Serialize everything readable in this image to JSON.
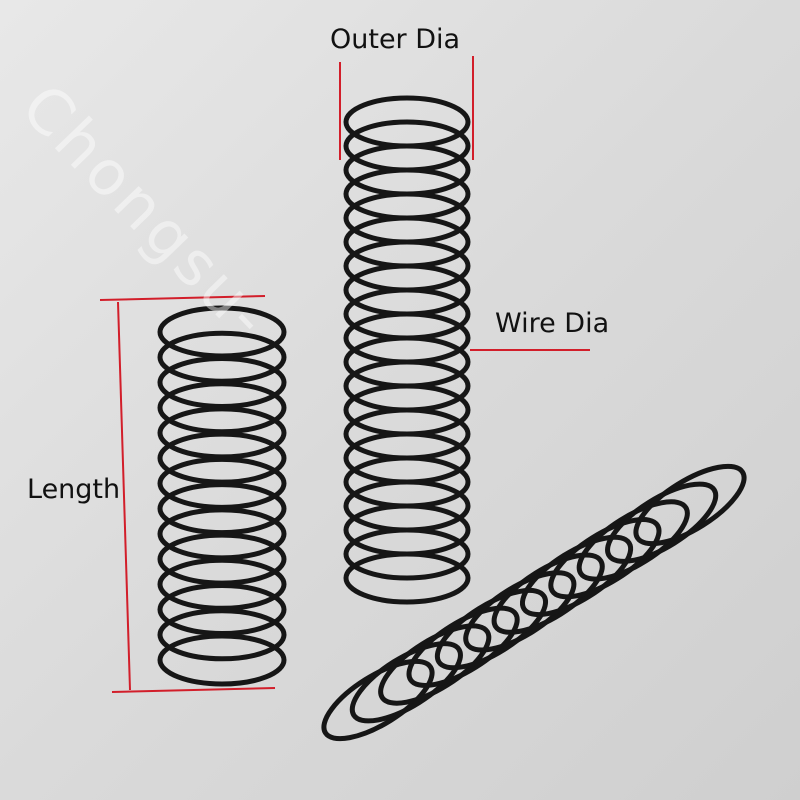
{
  "labels": {
    "outer_dia": "Outer Dia",
    "wire_dia": "Wire Dia",
    "length": "Length"
  },
  "watermark": "Chongsu-",
  "colors": {
    "background": "#dcdcdc",
    "spring": "#161616",
    "dimension_line": "#d21e2a"
  }
}
